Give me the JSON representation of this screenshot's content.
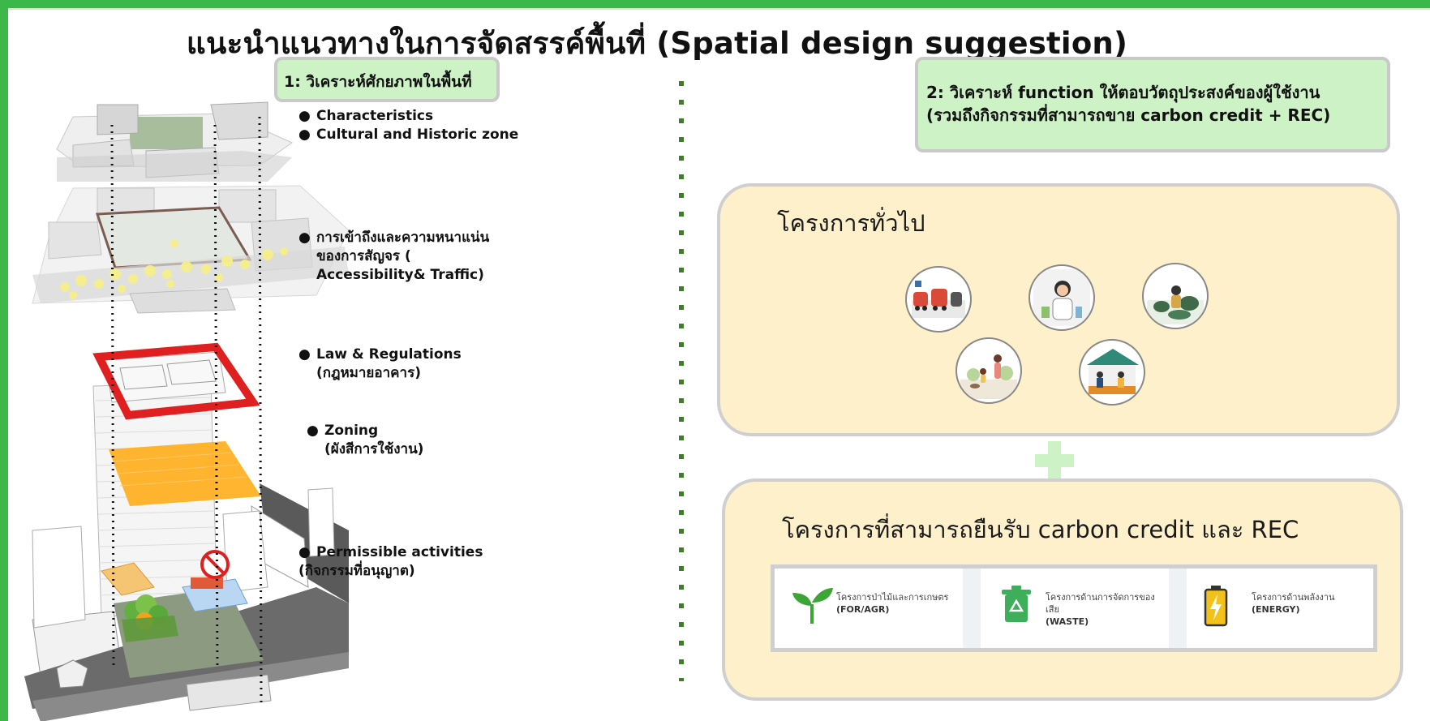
{
  "title": "แนะนำแนวทางในการจัดสรรค์พื้นที่ (Spatial design suggestion)",
  "analysis": {
    "heading": "1: วิเคราะห์ศักยภาพในพื้นที่",
    "groups": [
      {
        "lines": [
          "Characteristics",
          "Cultural and Historic zone"
        ]
      },
      {
        "lines": [
          "การเข้าถึงและความหนาแน่น",
          "ของการสัญจร  (",
          "Accessibility& Traffic)"
        ]
      },
      {
        "lines": [
          "Law & Regulations",
          "(กฎหมายอาคาร)"
        ]
      },
      {
        "lines": [
          "Zoning",
          "(ผังสีการใช้งาน)"
        ]
      },
      {
        "lines": [
          "Permissible activities",
          "(กิจกรรมที่อนุญาต)"
        ]
      }
    ]
  },
  "function": {
    "line1": "2: วิเคราะห์ function ให้ตอบวัตถุประสงค์ของผู้ใช้งาน",
    "line2": "(รวมถึงกิจกรรมที่สามารถขาย carbon credit + REC)"
  },
  "general_projects": {
    "title": "โครงการทั่วไป",
    "icons": [
      "parking-cars-icon",
      "lab-researcher-icon",
      "gardening-icon",
      "family-walk-icon",
      "market-stall-icon"
    ]
  },
  "carbon_projects": {
    "title": "โครงการที่สามารถยืนรับ carbon credit และ REC",
    "categories": [
      {
        "icon": "sprout-icon",
        "label": "โครงการป่าไม้และการเกษตร",
        "code": "(FOR/AGR)"
      },
      {
        "icon": "recycle-bin-icon",
        "label1": "โครงการด้านการจัดการของ",
        "label2": "เสีย",
        "code": "(WASTE)"
      },
      {
        "icon": "battery-icon",
        "label": "โครงการด้านพลังงาน",
        "code": "(ENERGY)"
      }
    ]
  },
  "colors": {
    "background": "#3cb84a",
    "heading_box": "#cdf2c6",
    "panel": "#fdf0cb",
    "law_outline": "#e02020",
    "zoning": "#ffad1a",
    "divider": "#3e7d2a"
  }
}
